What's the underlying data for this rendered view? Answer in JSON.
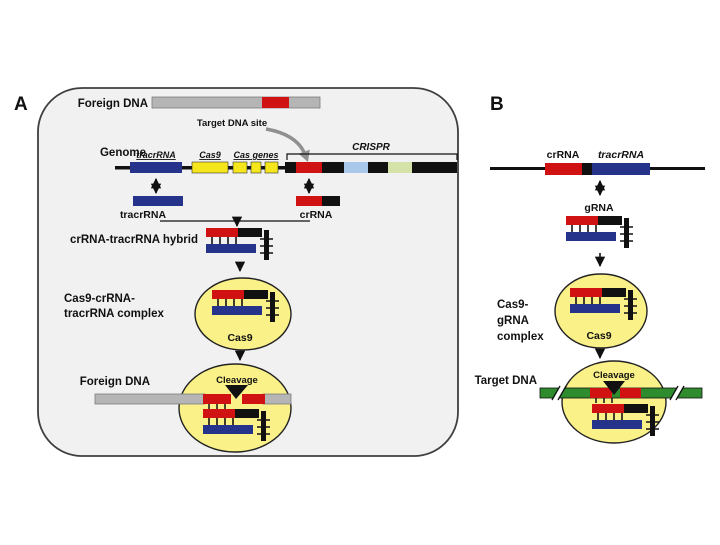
{
  "colors": {
    "red": "#d01212",
    "blue": "#26338b",
    "gene_yellow": "#f5e61c",
    "dna_gray": "#b5b5b5",
    "dna_green": "#2e8b2e",
    "spacer_light_blue": "#a9c7e8",
    "spacer_pale_green": "#d6e3a8",
    "complex_yellow": "#faf189",
    "panel_background": "#f1f1f1"
  },
  "panel_a": {
    "label": "A",
    "foreign_dna_label": "Foreign DNA",
    "target_site_label": "Target DNA site",
    "genome_label": "Genome",
    "gene_tracrrna": "tracrRNA",
    "gene_cas9": "Cas9",
    "gene_cas_genes": "Cas genes",
    "crispr_label": "CRISPR",
    "transcript_tracrrna": "tracrRNA",
    "transcript_crrna": "crRNA",
    "hybrid_label": "crRNA-tracrRNA hybrid",
    "complex_label_line1": "Cas9-crRNA-",
    "complex_label_line2": "tracrRNA complex",
    "cas9_label": "Cas9",
    "foreign_dna_bottom_label": "Foreign DNA",
    "cleavage_label": "Cleavage"
  },
  "panel_b": {
    "label": "B",
    "crrna_label": "crRNA",
    "tracrrna_label": "tracrRNA",
    "grna_label": "gRNA",
    "complex_label_line1": "Cas9-",
    "complex_label_line2": "gRNA",
    "complex_label_line3": "complex",
    "cas9_label": "Cas9",
    "target_dna_label": "Target DNA",
    "cleavage_label": "Cleavage"
  }
}
